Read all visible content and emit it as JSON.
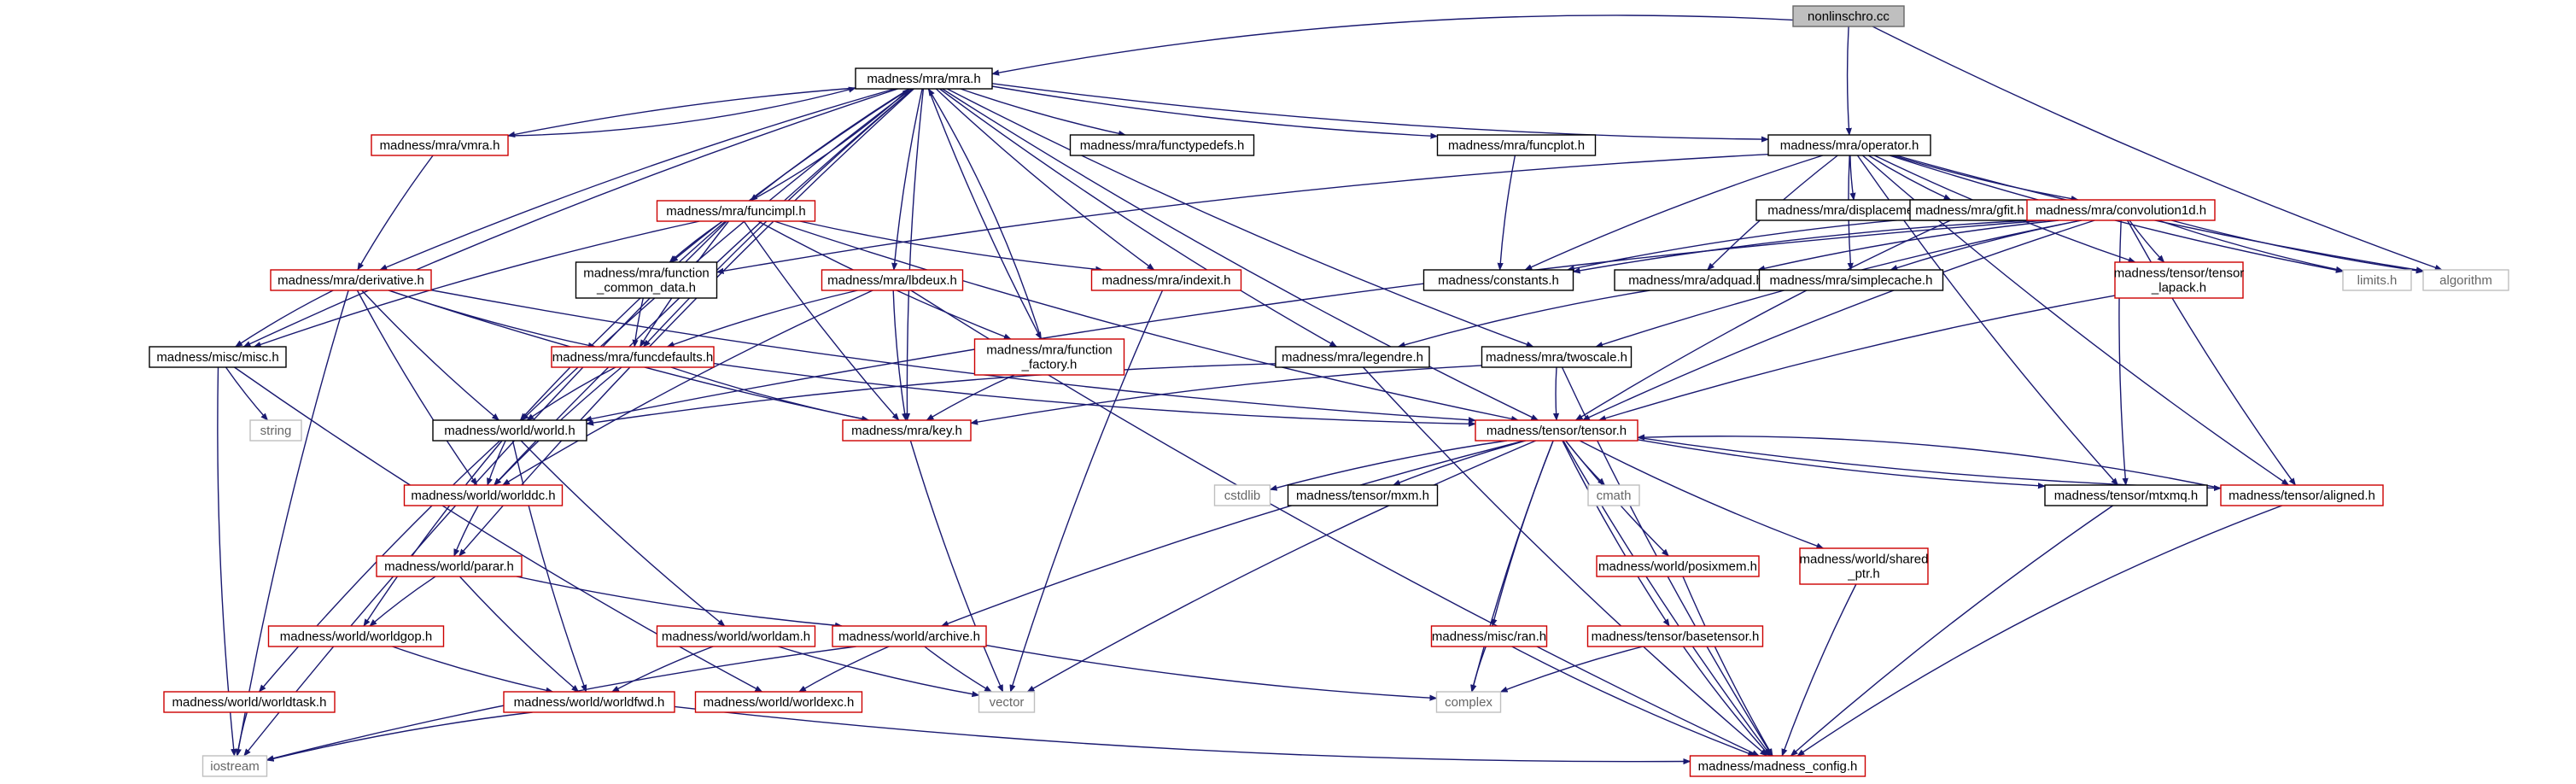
{
  "diagram": {
    "type": "include-dependency-graph",
    "colors": {
      "edge": "#191970",
      "border_black": "#000000",
      "border_red": "#cc0000",
      "border_gray": "#bfbfbf",
      "root_fill": "#bfbfbf",
      "fill": "#ffffff"
    },
    "nodes": [
      {
        "id": "root",
        "label": "nonlinschro.cc",
        "style": "root"
      },
      {
        "id": "mra",
        "label": "madness/mra/mra.h",
        "style": "black"
      },
      {
        "id": "operator",
        "label": "madness/mra/operator.h",
        "style": "black"
      },
      {
        "id": "vmra",
        "label": "madness/mra/vmra.h",
        "style": "red"
      },
      {
        "id": "functypedefs",
        "label": "madness/mra/functypedefs.h",
        "style": "black"
      },
      {
        "id": "funcplot",
        "label": "madness/mra/funcplot.h",
        "style": "black"
      },
      {
        "id": "funcimpl",
        "label": "madness/mra/funcimpl.h",
        "style": "red"
      },
      {
        "id": "displacements",
        "label": "madness/mra/displacements.h",
        "style": "black"
      },
      {
        "id": "gfit",
        "label": "madness/mra/gfit.h",
        "style": "black"
      },
      {
        "id": "convolution1d",
        "label": "madness/mra/convolution1d.h",
        "style": "red"
      },
      {
        "id": "derivative",
        "label": "madness/mra/derivative.h",
        "style": "red"
      },
      {
        "id": "function_common_data",
        "label": "madness/mra/function\n_common_data.h",
        "style": "black"
      },
      {
        "id": "lbdeux",
        "label": "madness/mra/lbdeux.h",
        "style": "red"
      },
      {
        "id": "indexit",
        "label": "madness/mra/indexit.h",
        "style": "red"
      },
      {
        "id": "constants",
        "label": "madness/constants.h",
        "style": "black"
      },
      {
        "id": "adquad",
        "label": "madness/mra/adquad.h",
        "style": "black"
      },
      {
        "id": "simplecache",
        "label": "madness/mra/simplecache.h",
        "style": "black"
      },
      {
        "id": "tensor_lapack",
        "label": "madness/tensor/tensor\n_lapack.h",
        "style": "red"
      },
      {
        "id": "limits",
        "label": "limits.h",
        "style": "gray"
      },
      {
        "id": "algorithm",
        "label": "algorithm",
        "style": "gray"
      },
      {
        "id": "misc",
        "label": "madness/misc/misc.h",
        "style": "black"
      },
      {
        "id": "funcdefaults",
        "label": "madness/mra/funcdefaults.h",
        "style": "red"
      },
      {
        "id": "function_factory",
        "label": "madness/mra/function\n_factory.h",
        "style": "red"
      },
      {
        "id": "legendre",
        "label": "madness/mra/legendre.h",
        "style": "black"
      },
      {
        "id": "twoscale",
        "label": "madness/mra/twoscale.h",
        "style": "black"
      },
      {
        "id": "string",
        "label": "string",
        "style": "gray"
      },
      {
        "id": "world",
        "label": "madness/world/world.h",
        "style": "black"
      },
      {
        "id": "key",
        "label": "madness/mra/key.h",
        "style": "red"
      },
      {
        "id": "tensor",
        "label": "madness/tensor/tensor.h",
        "style": "red"
      },
      {
        "id": "worlddc",
        "label": "madness/world/worlddc.h",
        "style": "red"
      },
      {
        "id": "cstdlib",
        "label": "cstdlib",
        "style": "gray"
      },
      {
        "id": "mxm",
        "label": "madness/tensor/mxm.h",
        "style": "black"
      },
      {
        "id": "cmath",
        "label": "cmath",
        "style": "gray"
      },
      {
        "id": "mtxmq",
        "label": "madness/tensor/mtxmq.h",
        "style": "black"
      },
      {
        "id": "aligned",
        "label": "madness/tensor/aligned.h",
        "style": "red"
      },
      {
        "id": "parar",
        "label": "madness/world/parar.h",
        "style": "red"
      },
      {
        "id": "posixmem",
        "label": "madness/world/posixmem.h",
        "style": "red"
      },
      {
        "id": "shared_ptr",
        "label": "madness/world/shared\n_ptr.h",
        "style": "red"
      },
      {
        "id": "worldgop",
        "label": "madness/world/worldgop.h",
        "style": "red"
      },
      {
        "id": "worldam",
        "label": "madness/world/worldam.h",
        "style": "red"
      },
      {
        "id": "archive",
        "label": "madness/world/archive.h",
        "style": "red"
      },
      {
        "id": "ran",
        "label": "madness/misc/ran.h",
        "style": "red"
      },
      {
        "id": "basetensor",
        "label": "madness/tensor/basetensor.h",
        "style": "red"
      },
      {
        "id": "worldtask",
        "label": "madness/world/worldtask.h",
        "style": "red"
      },
      {
        "id": "worldfwd",
        "label": "madness/world/worldfwd.h",
        "style": "red"
      },
      {
        "id": "worldexc",
        "label": "madness/world/worldexc.h",
        "style": "red"
      },
      {
        "id": "vector",
        "label": "vector",
        "style": "gray"
      },
      {
        "id": "complex",
        "label": "complex",
        "style": "gray"
      },
      {
        "id": "iostream",
        "label": "iostream",
        "style": "gray"
      },
      {
        "id": "madness_config",
        "label": "madness/madness_config.h",
        "style": "red"
      }
    ],
    "edges": [
      [
        "root",
        "mra"
      ],
      [
        "root",
        "operator"
      ],
      [
        "root",
        "algorithm"
      ],
      [
        "mra",
        "vmra"
      ],
      [
        "mra",
        "functypedefs"
      ],
      [
        "mra",
        "funcplot"
      ],
      [
        "mra",
        "operator"
      ],
      [
        "mra",
        "funcimpl"
      ],
      [
        "mra",
        "derivative"
      ],
      [
        "mra",
        "lbdeux"
      ],
      [
        "mra",
        "indexit"
      ],
      [
        "mra",
        "function_factory"
      ],
      [
        "mra",
        "legendre"
      ],
      [
        "mra",
        "twoscale"
      ],
      [
        "mra",
        "misc"
      ],
      [
        "mra",
        "world"
      ],
      [
        "mra",
        "key"
      ],
      [
        "mra",
        "tensor"
      ],
      [
        "mra",
        "worlddc"
      ],
      [
        "mra",
        "parar"
      ],
      [
        "mra",
        "function_common_data"
      ],
      [
        "mra",
        "funcdefaults"
      ],
      [
        "vmra",
        "mra"
      ],
      [
        "vmra",
        "derivative"
      ],
      [
        "funcplot",
        "constants"
      ],
      [
        "operator",
        "displacements"
      ],
      [
        "operator",
        "gfit"
      ],
      [
        "operator",
        "convolution1d"
      ],
      [
        "operator",
        "constants"
      ],
      [
        "operator",
        "adquad"
      ],
      [
        "operator",
        "simplecache"
      ],
      [
        "operator",
        "tensor_lapack"
      ],
      [
        "operator",
        "limits"
      ],
      [
        "operator",
        "algorithm"
      ],
      [
        "operator",
        "mtxmq"
      ],
      [
        "operator",
        "aligned"
      ],
      [
        "operator",
        "function_common_data"
      ],
      [
        "gfit",
        "constants"
      ],
      [
        "gfit",
        "tensor"
      ],
      [
        "convolution1d",
        "constants"
      ],
      [
        "convolution1d",
        "adquad"
      ],
      [
        "convolution1d",
        "simplecache"
      ],
      [
        "convolution1d",
        "tensor_lapack"
      ],
      [
        "convolution1d",
        "limits"
      ],
      [
        "convolution1d",
        "algorithm"
      ],
      [
        "convolution1d",
        "twoscale"
      ],
      [
        "convolution1d",
        "tensor"
      ],
      [
        "convolution1d",
        "mtxmq"
      ],
      [
        "convolution1d",
        "aligned"
      ],
      [
        "convolution1d",
        "world"
      ],
      [
        "funcimpl",
        "function_common_data"
      ],
      [
        "funcimpl",
        "funcdefaults"
      ],
      [
        "funcimpl",
        "indexit"
      ],
      [
        "funcimpl",
        "function_factory"
      ],
      [
        "funcimpl",
        "misc"
      ],
      [
        "funcimpl",
        "world"
      ],
      [
        "funcimpl",
        "key"
      ],
      [
        "funcimpl",
        "tensor"
      ],
      [
        "funcimpl",
        "iostream"
      ],
      [
        "funcimpl",
        "mra"
      ],
      [
        "derivative",
        "misc"
      ],
      [
        "derivative",
        "funcdefaults"
      ],
      [
        "derivative",
        "world"
      ],
      [
        "derivative",
        "worlddc"
      ],
      [
        "derivative",
        "key"
      ],
      [
        "derivative",
        "tensor"
      ],
      [
        "derivative",
        "iostream"
      ],
      [
        "function_common_data",
        "funcdefaults"
      ],
      [
        "lbdeux",
        "funcdefaults"
      ],
      [
        "lbdeux",
        "key"
      ],
      [
        "lbdeux",
        "worlddc"
      ],
      [
        "lbdeux",
        "madness_config"
      ],
      [
        "indexit",
        "vector"
      ],
      [
        "adquad",
        "legendre"
      ],
      [
        "tensor_lapack",
        "tensor"
      ],
      [
        "misc",
        "string"
      ],
      [
        "misc",
        "iostream"
      ],
      [
        "misc",
        "worldexc"
      ],
      [
        "funcdefaults",
        "world"
      ],
      [
        "funcdefaults",
        "key"
      ],
      [
        "funcdefaults",
        "tensor"
      ],
      [
        "funcdefaults",
        "worlddc"
      ],
      [
        "function_factory",
        "key"
      ],
      [
        "function_factory",
        "mra"
      ],
      [
        "legendre",
        "world"
      ],
      [
        "legendre",
        "madness_config"
      ],
      [
        "twoscale",
        "tensor"
      ],
      [
        "twoscale",
        "key"
      ],
      [
        "twoscale",
        "madness_config"
      ],
      [
        "world",
        "worlddc"
      ],
      [
        "world",
        "worldgop"
      ],
      [
        "world",
        "worldam"
      ],
      [
        "world",
        "worldfwd"
      ],
      [
        "world",
        "worldtask"
      ],
      [
        "worlddc",
        "parar"
      ],
      [
        "key",
        "vector"
      ],
      [
        "tensor",
        "cstdlib"
      ],
      [
        "tensor",
        "mxm"
      ],
      [
        "tensor",
        "cmath"
      ],
      [
        "tensor",
        "mtxmq"
      ],
      [
        "tensor",
        "aligned"
      ],
      [
        "tensor",
        "posixmem"
      ],
      [
        "tensor",
        "shared_ptr"
      ],
      [
        "tensor",
        "archive"
      ],
      [
        "tensor",
        "ran"
      ],
      [
        "tensor",
        "basetensor"
      ],
      [
        "tensor",
        "vector"
      ],
      [
        "tensor",
        "complex"
      ],
      [
        "tensor",
        "madness_config"
      ],
      [
        "aligned",
        "tensor"
      ],
      [
        "aligned",
        "madness_config"
      ],
      [
        "mtxmq",
        "madness_config"
      ],
      [
        "parar",
        "worldgop"
      ],
      [
        "parar",
        "archive"
      ],
      [
        "parar",
        "worldfwd"
      ],
      [
        "posixmem",
        "madness_config"
      ],
      [
        "shared_ptr",
        "madness_config"
      ],
      [
        "worldgop",
        "worldfwd"
      ],
      [
        "worldam",
        "worldfwd"
      ],
      [
        "worldam",
        "vector"
      ],
      [
        "archive",
        "worldexc"
      ],
      [
        "archive",
        "vector"
      ],
      [
        "archive",
        "complex"
      ],
      [
        "archive",
        "iostream"
      ],
      [
        "ran",
        "complex"
      ],
      [
        "ran",
        "madness_config"
      ],
      [
        "basetensor",
        "complex"
      ],
      [
        "basetensor",
        "madness_config"
      ],
      [
        "worldtask",
        "iostream"
      ],
      [
        "worldfwd",
        "iostream"
      ],
      [
        "worldfwd",
        "madness_config"
      ]
    ]
  }
}
